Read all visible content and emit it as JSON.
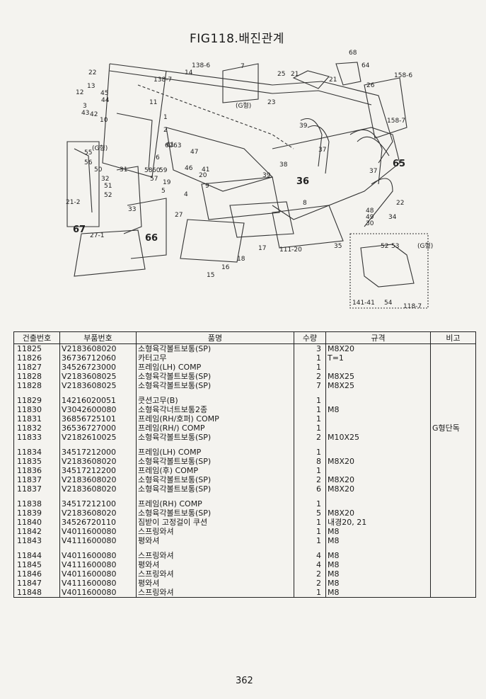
{
  "figure": {
    "title": "FIG118.배진관계",
    "labels": [
      "22",
      "13",
      "12",
      "45",
      "44",
      "3",
      "43",
      "42",
      "11",
      "10",
      "138-6",
      "14",
      "138-7",
      "7",
      "(G형)",
      "25",
      "21",
      "23",
      "68",
      "64",
      "21",
      "26",
      "158-6",
      "158-7",
      "39",
      "1",
      "2",
      "55",
      "56",
      "50",
      "32",
      "51",
      "52",
      "31",
      "21-2",
      "67",
      "66",
      "27-1",
      "33",
      "27",
      "5",
      "4",
      "19",
      "57",
      "58",
      "60",
      "59",
      "46",
      "61",
      "47",
      "20",
      "62",
      "63",
      "6",
      "41",
      "8",
      "9",
      "18",
      "15",
      "16",
      "17",
      "111-20",
      "36",
      "37",
      "65",
      "38",
      "37",
      "39",
      "22",
      "48",
      "49",
      "30",
      "34",
      "35",
      "52",
      "53",
      "(G형)",
      "141-41",
      "54",
      "118-7",
      "(G형)"
    ]
  },
  "table": {
    "headers": {
      "seq": "건출번호",
      "part": "부품번호",
      "name": "품명",
      "qty": "수량",
      "spec": "규격",
      "note": "비고"
    },
    "rows": [
      {
        "seq": "11825",
        "part": "V2183608020",
        "name": "소형육각볼트보통(SP)",
        "qty": "3",
        "spec": "M8X20",
        "note": ""
      },
      {
        "seq": "11826",
        "part": "36736712060",
        "name": "카터고무",
        "qty": "1",
        "spec": "T=1",
        "note": ""
      },
      {
        "seq": "11827",
        "part": "34526723000",
        "name": "프레임(LH) COMP",
        "qty": "1",
        "spec": "",
        "note": ""
      },
      {
        "seq": "11828",
        "part": "V2183608025",
        "name": "소형육각볼트보통(SP)",
        "qty": "2",
        "spec": "M8X25",
        "note": ""
      },
      {
        "seq": "11828",
        "part": "V2183608025",
        "name": "소형육각볼트보통(SP)",
        "qty": "7",
        "spec": "M8X25",
        "note": ""
      },
      {
        "gap": true
      },
      {
        "seq": "11829",
        "part": "14216020051",
        "name": "쿳션고무(B)",
        "qty": "1",
        "spec": "",
        "note": ""
      },
      {
        "seq": "11830",
        "part": "V3042600080",
        "name": "소형육각너트보통2종",
        "qty": "1",
        "spec": "M8",
        "note": ""
      },
      {
        "seq": "11831",
        "part": "36856725101",
        "name": "프레임(RH/호퍼) COMP",
        "qty": "1",
        "spec": "",
        "note": ""
      },
      {
        "seq": "11832",
        "part": "36536727000",
        "name": "프레임(RH/) COMP",
        "qty": "1",
        "spec": "",
        "note": "G형단독"
      },
      {
        "seq": "11833",
        "part": "V2182610025",
        "name": "소형육각볼트보통(SP)",
        "qty": "2",
        "spec": "M10X25",
        "note": ""
      },
      {
        "gap": true
      },
      {
        "seq": "11834",
        "part": "34517212000",
        "name": "프레임(LH) COMP",
        "qty": "1",
        "spec": "",
        "note": ""
      },
      {
        "seq": "11835",
        "part": "V2183608020",
        "name": "소형육각볼트보통(SP)",
        "qty": "8",
        "spec": "M8X20",
        "note": ""
      },
      {
        "seq": "11836",
        "part": "34517212200",
        "name": "프레임(후) COMP",
        "qty": "1",
        "spec": "",
        "note": ""
      },
      {
        "seq": "11837",
        "part": "V2183608020",
        "name": "소형육각볼트보통(SP)",
        "qty": "2",
        "spec": "M8X20",
        "note": ""
      },
      {
        "seq": "11837",
        "part": "V2183608020",
        "name": "소형육각볼트보통(SP)",
        "qty": "6",
        "spec": "M8X20",
        "note": ""
      },
      {
        "gap": true
      },
      {
        "seq": "11838",
        "part": "34517212100",
        "name": "프레임(RH) COMP",
        "qty": "1",
        "spec": "",
        "note": ""
      },
      {
        "seq": "11839",
        "part": "V2183608020",
        "name": "소형육각볼트보통(SP)",
        "qty": "5",
        "spec": "M8X20",
        "note": ""
      },
      {
        "seq": "11840",
        "part": "34526720110",
        "name": "짐받이 고정걸이 쿠션",
        "qty": "1",
        "spec": "내경20, 21",
        "note": ""
      },
      {
        "seq": "11842",
        "part": "V4011600080",
        "name": "스프링와셔",
        "qty": "1",
        "spec": "M8",
        "note": ""
      },
      {
        "seq": "11843",
        "part": "V4111600080",
        "name": "평와셔",
        "qty": "1",
        "spec": "M8",
        "note": ""
      },
      {
        "gap": true
      },
      {
        "seq": "11844",
        "part": "V4011600080",
        "name": "스프링와셔",
        "qty": "4",
        "spec": "M8",
        "note": ""
      },
      {
        "seq": "11845",
        "part": "V4111600080",
        "name": "평와셔",
        "qty": "4",
        "spec": "M8",
        "note": ""
      },
      {
        "seq": "11846",
        "part": "V4011600080",
        "name": "스프링와셔",
        "qty": "2",
        "spec": "M8",
        "note": ""
      },
      {
        "seq": "11847",
        "part": "V4111600080",
        "name": "평와셔",
        "qty": "2",
        "spec": "M8",
        "note": ""
      },
      {
        "seq": "11848",
        "part": "V4011600080",
        "name": "스프링와셔",
        "qty": "1",
        "spec": "M8",
        "note": ""
      }
    ]
  },
  "page_number": "362"
}
